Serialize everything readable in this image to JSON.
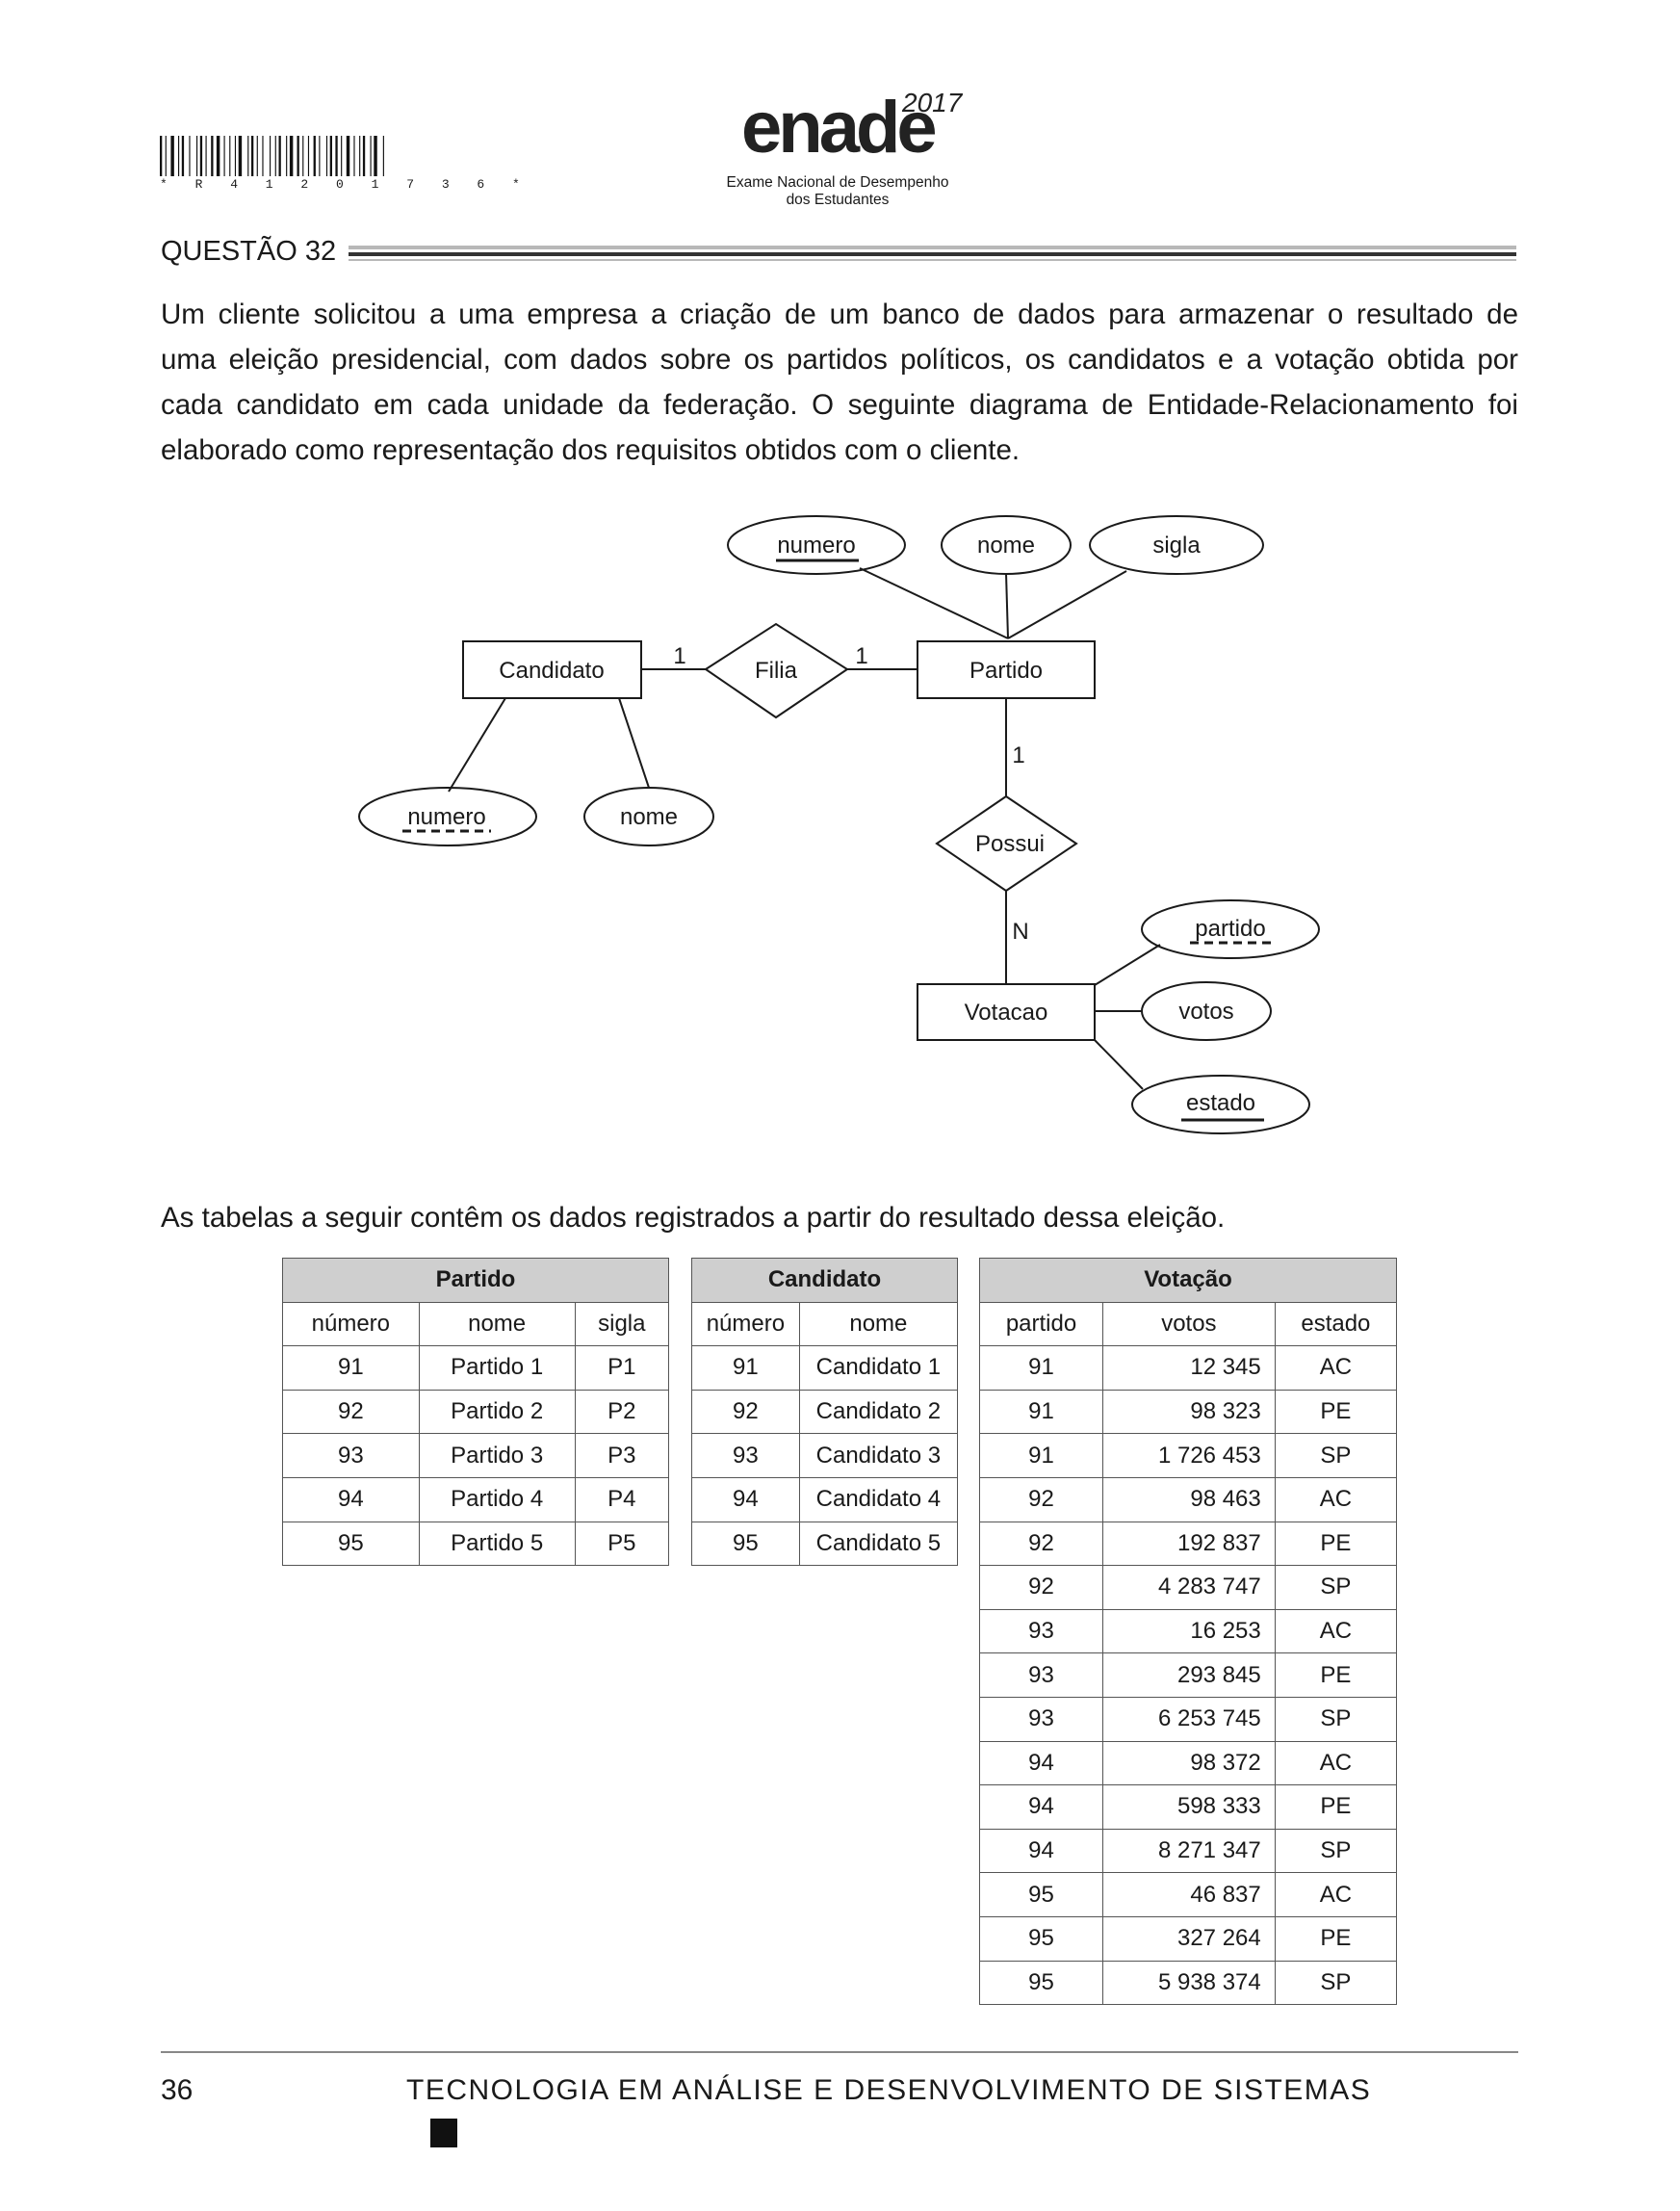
{
  "header": {
    "barcode_text": "* R 4 1 2 0 1 7 3 6 *",
    "logo": "enade",
    "logo_year": "2017",
    "logo_subtitle_1": "Exame Nacional de Desempenho",
    "logo_subtitle_2": "dos Estudantes"
  },
  "question": {
    "title": "QUESTÃO 32",
    "intro_lines": [
      "Um cliente solicitou a uma empresa a criação de um banco de dados para armazenar o resultado de",
      "uma eleição presidencial, com dados sobre os partidos políticos, os candidatos e a votação obtida por",
      "cada candidato em cada unidade da federação. O seguinte diagrama de Entidade-Relacionamento foi",
      "elaborado como representação dos requisitos obtidos com o cliente."
    ],
    "tables_intro": "As tabelas a seguir contêm os dados registrados a partir do resultado dessa eleição."
  },
  "diagram": {
    "entities": {
      "candidato": "Candidato",
      "partido": "Partido",
      "votacao": "Votacao"
    },
    "relationships": {
      "filia": "Filia",
      "possui": "Possui"
    },
    "attributes": {
      "partido_numero": "numero",
      "partido_nome": "nome",
      "partido_sigla": "sigla",
      "candidato_numero": "numero",
      "candidato_nome": "nome",
      "votacao_partido": "partido",
      "votacao_votos": "votos",
      "votacao_estado": "estado"
    },
    "cardinalities": {
      "filia_candidato": "1",
      "filia_partido": "1",
      "possui_partido": "1",
      "possui_votacao": "N"
    }
  },
  "tables": {
    "partido": {
      "caption": "Partido",
      "headers": [
        "número",
        "nome",
        "sigla"
      ],
      "rows": [
        [
          "91",
          "Partido 1",
          "P1"
        ],
        [
          "92",
          "Partido 2",
          "P2"
        ],
        [
          "93",
          "Partido 3",
          "P3"
        ],
        [
          "94",
          "Partido 4",
          "P4"
        ],
        [
          "95",
          "Partido 5",
          "P5"
        ]
      ]
    },
    "candidato": {
      "caption": "Candidato",
      "headers": [
        "número",
        "nome"
      ],
      "rows": [
        [
          "91",
          "Candidato 1"
        ],
        [
          "92",
          "Candidato 2"
        ],
        [
          "93",
          "Candidato 3"
        ],
        [
          "94",
          "Candidato 4"
        ],
        [
          "95",
          "Candidato 5"
        ]
      ]
    },
    "votacao": {
      "caption": "Votação",
      "headers": [
        "partido",
        "votos",
        "estado"
      ],
      "rows": [
        [
          "91",
          "12 345",
          "AC"
        ],
        [
          "91",
          "98 323",
          "PE"
        ],
        [
          "91",
          "1 726 453",
          "SP"
        ],
        [
          "92",
          "98 463",
          "AC"
        ],
        [
          "92",
          "192 837",
          "PE"
        ],
        [
          "92",
          "4 283 747",
          "SP"
        ],
        [
          "93",
          "16 253",
          "AC"
        ],
        [
          "93",
          "293 845",
          "PE"
        ],
        [
          "93",
          "6 253 745",
          "SP"
        ],
        [
          "94",
          "98 372",
          "AC"
        ],
        [
          "94",
          "598 333",
          "PE"
        ],
        [
          "94",
          "8 271 347",
          "SP"
        ],
        [
          "95",
          "46 837",
          "AC"
        ],
        [
          "95",
          "327 264",
          "PE"
        ],
        [
          "95",
          "5 938 374",
          "SP"
        ]
      ]
    }
  },
  "footer": {
    "page_number": "36",
    "course": "TECNOLOGIA EM ANÁLISE E DESENVOLVIMENTO DE SISTEMAS"
  }
}
